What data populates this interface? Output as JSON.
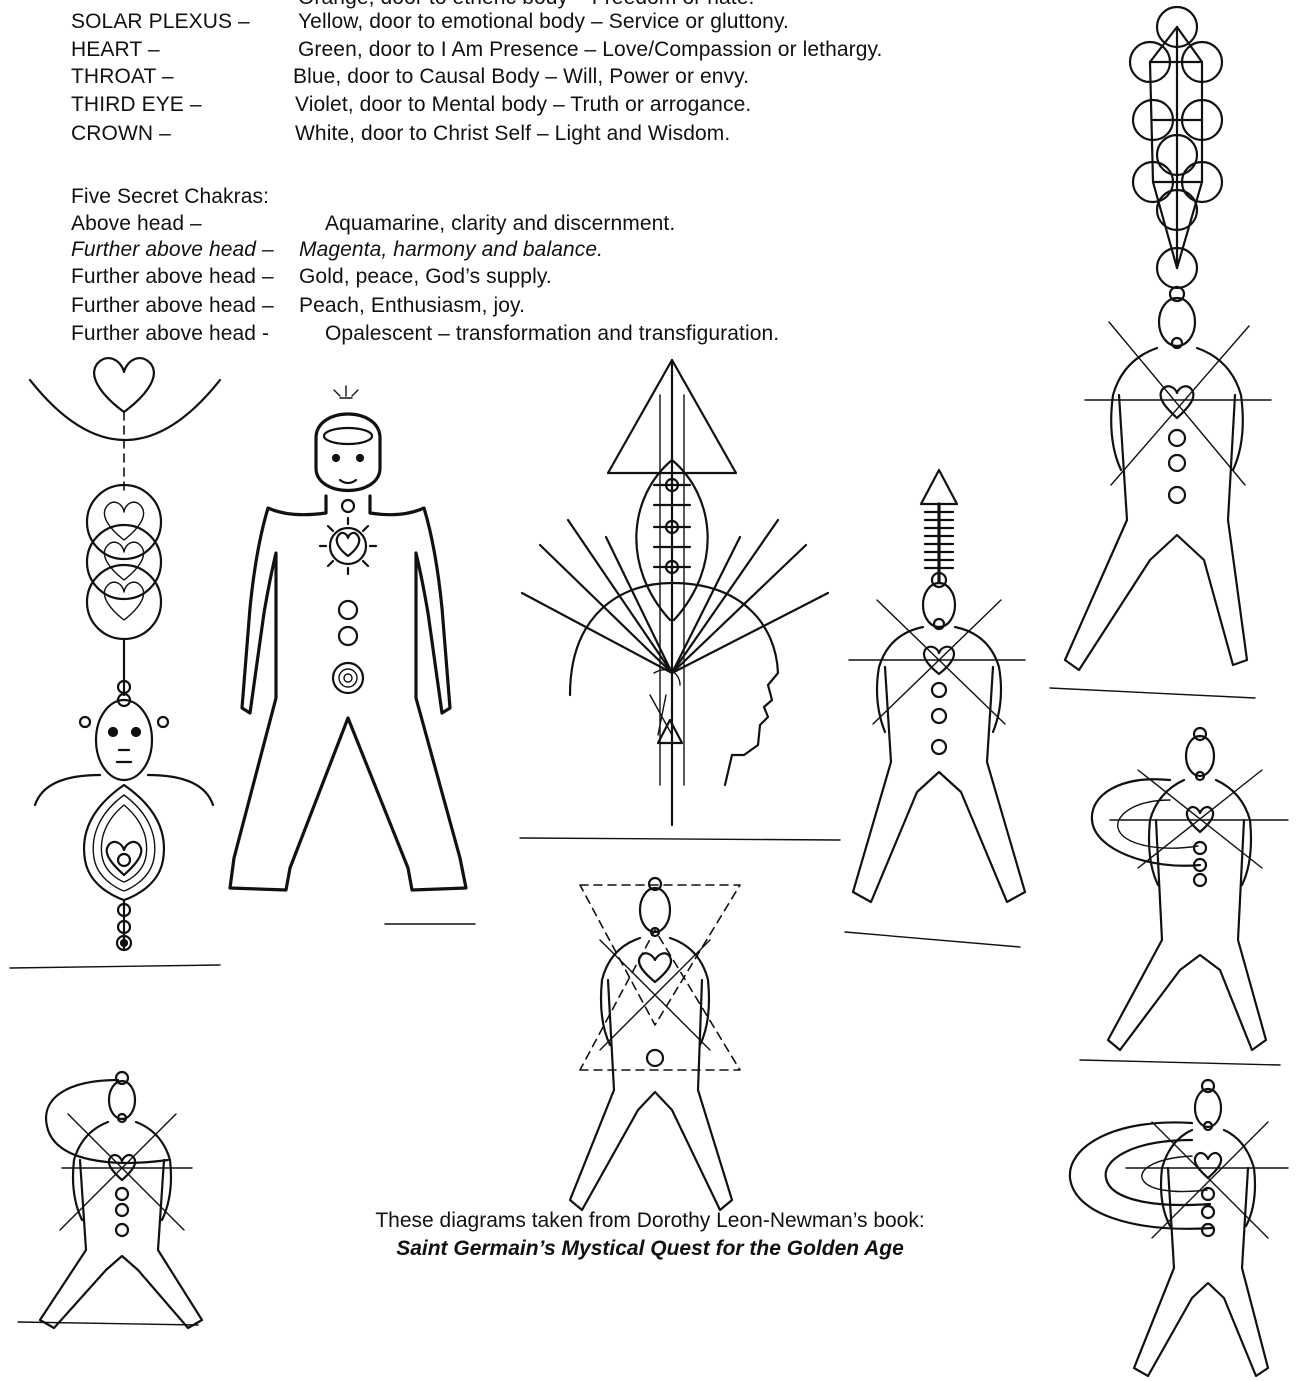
{
  "chakras": [
    {
      "name": "",
      "description": "Orange, door to etheric body – Freedom or hate."
    },
    {
      "name": "SOLAR PLEXUS –",
      "description": "Yellow, door to emotional body – Service or gluttony."
    },
    {
      "name": "HEART –",
      "description": "Green, door to I Am Presence – Love/Compassion or lethargy."
    },
    {
      "name": "THROAT –",
      "description": "Blue, door to Causal Body – Will, Power or envy."
    },
    {
      "name": "THIRD EYE –",
      "description": "Violet, door to Mental body – Truth or arrogance."
    },
    {
      "name": "CROWN –",
      "description": "White, door to Christ Self – Light and Wisdom."
    }
  ],
  "secret": {
    "heading": "Five Secret Chakras:",
    "items": [
      {
        "label": "Above head –",
        "text": "Aquamarine, clarity and discernment."
      },
      {
        "label": "Further above head –",
        "text": "Magenta, harmony and balance."
      },
      {
        "label": "Further above head –",
        "text": "Gold, peace, God’s supply."
      },
      {
        "label": "Further above head –",
        "text": "Peach, Enthusiasm, joy."
      },
      {
        "label": "Further above head -",
        "text": "Opalescent – transformation and transfiguration."
      }
    ]
  },
  "caption": {
    "line1": "These diagrams taken from Dorothy Leon-Newman’s book:",
    "book_title": "Saint Germain’s Mystical Quest for the Golden Age"
  }
}
